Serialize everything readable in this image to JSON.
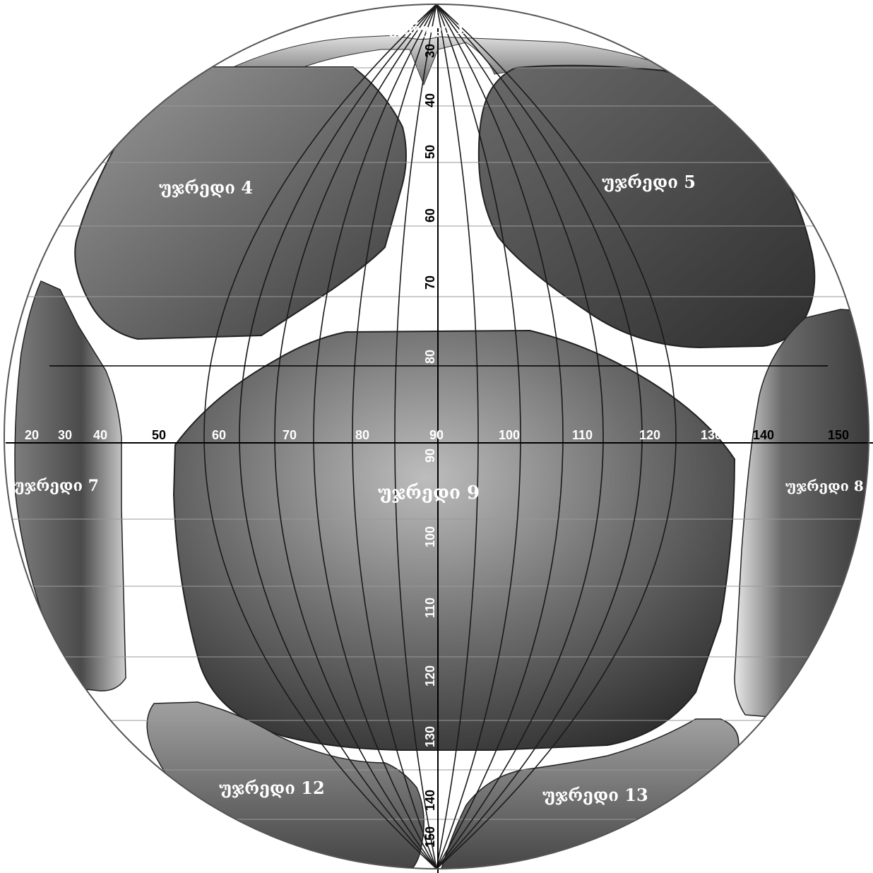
{
  "figure": {
    "cells": [
      {
        "id": "cell-1",
        "label": "უჯრედი 1"
      },
      {
        "id": "cell-4",
        "label": "უჯრედი 4"
      },
      {
        "id": "cell-5",
        "label": "უჯრედი 5"
      },
      {
        "id": "cell-7",
        "label": "უჯრედი 7"
      },
      {
        "id": "cell-8",
        "label": "უჯრედი 8"
      },
      {
        "id": "cell-9",
        "label": "უჯრედი 9"
      },
      {
        "id": "cell-12",
        "label": "უჯრედი 12"
      },
      {
        "id": "cell-13",
        "label": "უჯრედი 13"
      }
    ],
    "horizontal_axis_ticks": [
      "20",
      "30",
      "40",
      "50",
      "60",
      "70",
      "80",
      "90",
      "100",
      "110",
      "120",
      "130",
      "140",
      "150"
    ],
    "vertical_axis_ticks": [
      "30",
      "40",
      "50",
      "60",
      "70",
      "80",
      "90",
      "100",
      "110",
      "120",
      "130",
      "140",
      "150"
    ],
    "colors": {
      "background": "#ffffff",
      "sphere_outline": "#555555",
      "grid_line": "#222222",
      "cell_dark": "#3a3a3a",
      "cell_light": "#b8b8b8",
      "label_text": "#ffffff",
      "axis_text": "#000000"
    }
  }
}
